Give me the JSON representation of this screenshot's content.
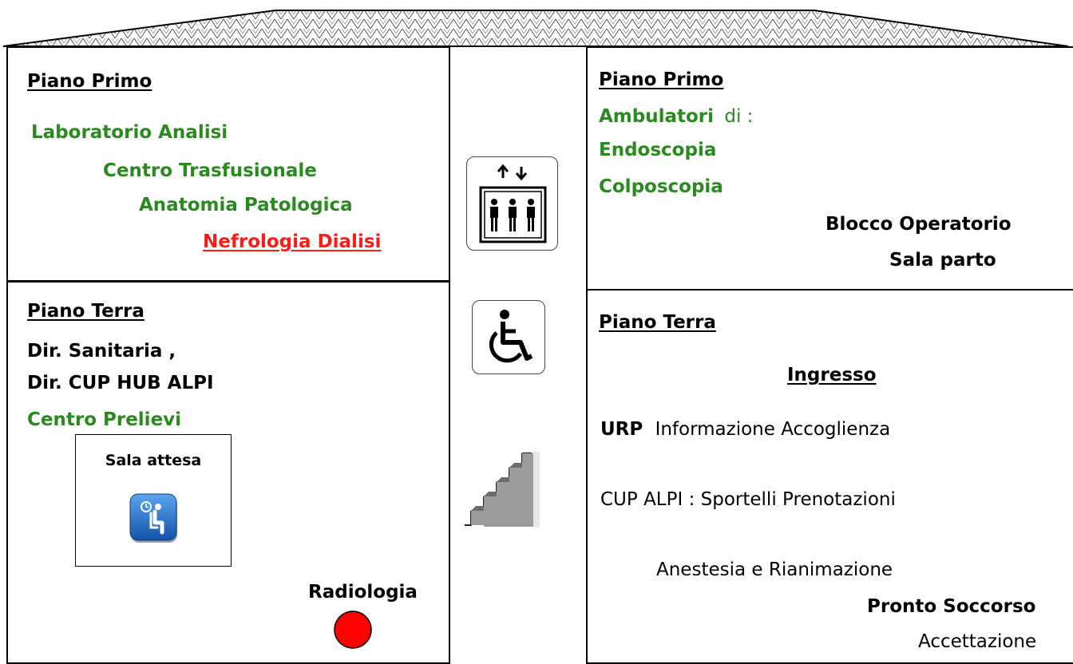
{
  "left_first_floor": {
    "heading": "Piano Primo",
    "items": [
      "Laboratorio Analisi",
      "Centro Trasfusionale",
      "Anatomia Patologica",
      "Nefrologia Dialisi"
    ]
  },
  "left_ground_floor": {
    "heading": "Piano Terra",
    "items": [
      "Dir. Sanitaria ,",
      "Dir. CUP HUB ALPI",
      "Centro Prelievi"
    ],
    "waiting_room_label": "Sala attesa",
    "radiology_label": "Radiologia"
  },
  "right_first_floor": {
    "heading": "Piano Primo",
    "clinics_word": "Ambulatori",
    "clinics_suffix": "di :",
    "items": [
      "Endoscopia",
      "Colposcopia"
    ],
    "block_items": [
      "Blocco Operatorio",
      "Sala parto"
    ]
  },
  "right_ground_floor": {
    "heading": "Piano Terra",
    "entrance": "Ingresso",
    "urp_abbr": "URP",
    "urp_text": "Informazione Accoglienza",
    "cup_text": "CUP ALPI : Sportelli Prenotazioni",
    "anesthesia": "Anestesia e Rianimazione",
    "emergency": "Pronto Soccorso",
    "acceptance": "Accettazione"
  },
  "colors": {
    "green": "#2a8a1f",
    "red": "#ff1a1a",
    "radiology_marker": "#ff0000",
    "waiting_icon": "#1e6fc0"
  },
  "icons": [
    "elevator-icon",
    "wheelchair-icon",
    "stairs-icon",
    "waiting-room-icon",
    "radiology-marker"
  ]
}
